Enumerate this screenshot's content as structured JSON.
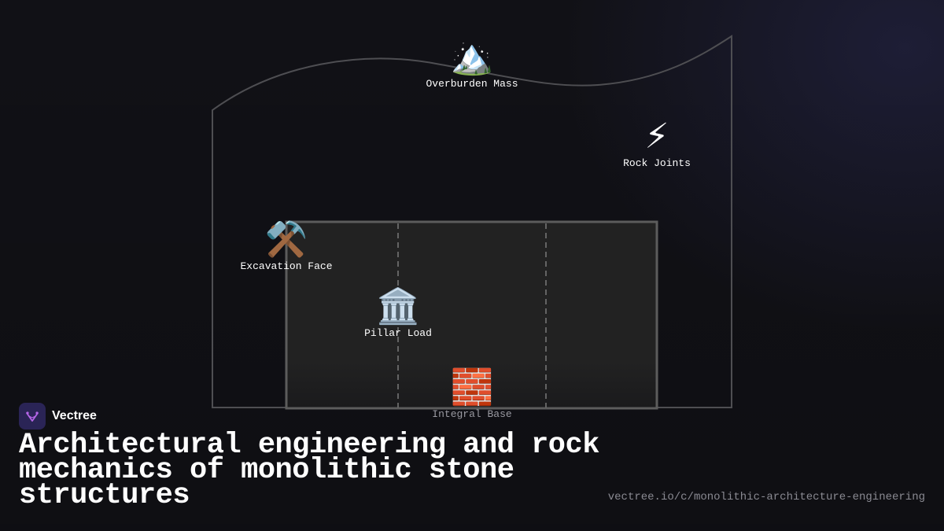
{
  "diagram": {
    "nodes": {
      "overburden": {
        "label": "Overburden Mass",
        "icon": "mountain-icon",
        "glyph": "🏔️"
      },
      "joints": {
        "label": "Rock Joints",
        "icon": "lightning-icon",
        "glyph": "⚡"
      },
      "excavation": {
        "label": "Excavation Face",
        "icon": "hammer-pick-icon",
        "glyph": "⚒️"
      },
      "pillar": {
        "label": "Pillar Load",
        "icon": "classical-building-icon",
        "glyph": "🏛️"
      },
      "base": {
        "label": "Integral Base",
        "icon": "brick-icon",
        "glyph": "🧱"
      }
    }
  },
  "brand": {
    "name": "Vectree",
    "logo": "vectree-logo-icon"
  },
  "headline": "Architectural engineering and rock mechanics of monolithic stone structures",
  "url": "vectree.io/c/monolithic-architecture-engineering",
  "colors": {
    "background": "#111116",
    "outline": "#5a5a5e",
    "structure_fill": "#222222",
    "brand_logo_bg": "#2a2456",
    "brand_logo_accent": "#b566e8"
  }
}
